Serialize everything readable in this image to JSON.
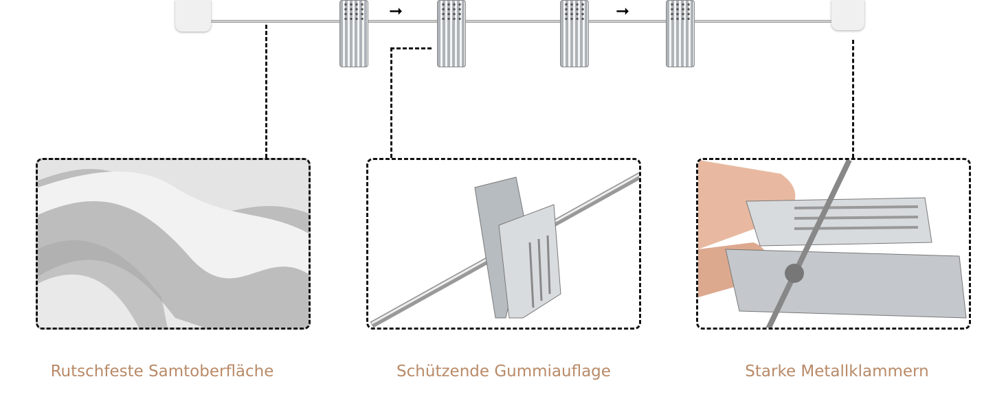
{
  "features": [
    {
      "label": "Rutschfeste Samtoberfläche"
    },
    {
      "label": "Schützende Gummiauflage"
    },
    {
      "label": "Starke Metallklammern"
    }
  ],
  "colors": {
    "label": "#b98a68",
    "dash": "#111111"
  }
}
